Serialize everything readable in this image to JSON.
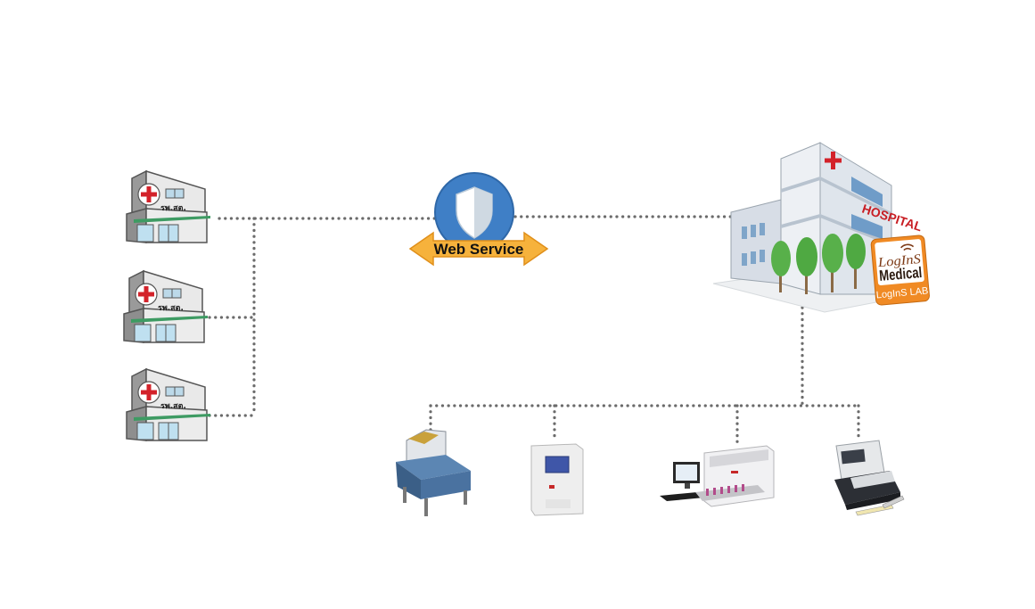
{
  "web_service": {
    "label": "Web Service",
    "icon": "shield-icon",
    "badge_color": "#3f7fc6",
    "arrow_color": "#f6b23c"
  },
  "clinics": [
    {
      "label": "รพ.สต.",
      "icon": "clinic-building-icon"
    },
    {
      "label": "รพ.สต.",
      "icon": "clinic-building-icon"
    },
    {
      "label": "รพ.สต.",
      "icon": "clinic-building-icon"
    }
  ],
  "hospital": {
    "sign": "HOSPITAL",
    "icon": "hospital-building-icon",
    "logo": {
      "line1": "LogInS",
      "line2": "Medical",
      "product": "LogInS LAB"
    }
  },
  "lab_instruments": [
    {
      "icon": "chemistry-analyzer-icon"
    },
    {
      "icon": "electrolyte-analyzer-icon"
    },
    {
      "icon": "hematology-analyzer-icon"
    },
    {
      "icon": "urine-analyzer-icon"
    }
  ]
}
